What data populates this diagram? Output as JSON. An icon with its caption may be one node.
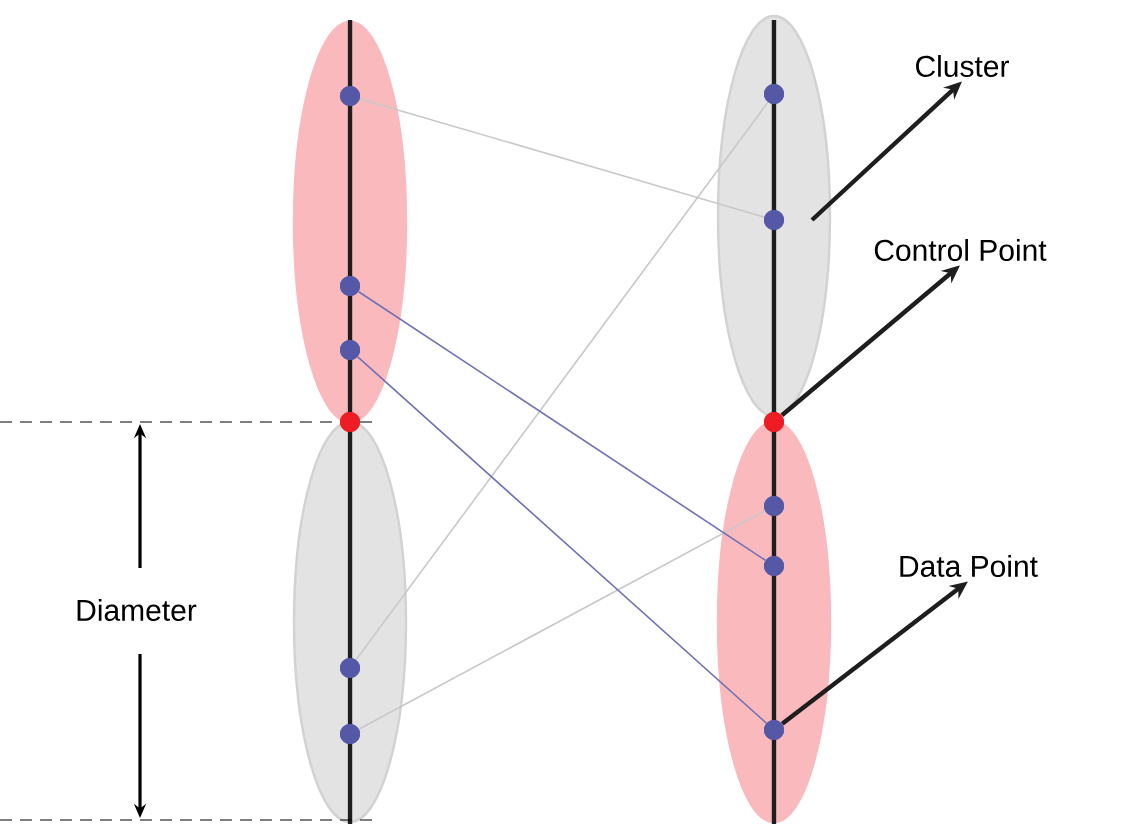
{
  "diagram": {
    "nodes": [
      {
        "text": [],
        "shape": "ellipse"
      },
      {
        "text": [],
        "shape": "ellipse"
      },
      {
        "text": [],
        "shape": "ellipse"
      },
      {
        "text": [],
        "shape": "ellipse"
      },
      {
        "text": [],
        "shape": "circle",
        "in": 0
      },
      {
        "text": [],
        "shape": "circle",
        "in": 0
      },
      {
        "text": [],
        "shape": "circle",
        "in": 0
      },
      {
        "text": [],
        "shape": "circle"
      },
      {
        "text": [],
        "shape": "circle",
        "in": 1
      },
      {
        "text": [],
        "shape": "circle",
        "in": 1
      },
      {
        "text": [],
        "shape": "circle",
        "in": 2
      },
      {
        "text": [],
        "shape": "circle",
        "in": 2
      },
      {
        "text": [],
        "shape": "circle"
      },
      {
        "text": [],
        "shape": "circle",
        "in": 3
      },
      {
        "text": [],
        "shape": "circle",
        "in": 3
      },
      {
        "text": [],
        "shape": "circle",
        "in": 3
      },
      {
        "text": [
          "Cluster"
        ]
      },
      {
        "text": [
          "Control Point"
        ]
      },
      {
        "text": [
          "Data Point"
        ]
      }
    ],
    "edges": [
      {
        "from": 4,
        "to": 11,
        "arrow": "none",
        "color": "#c8c8c8"
      },
      {
        "from": 8,
        "to": 10,
        "arrow": "none",
        "color": "#c8c8c8"
      },
      {
        "from": 9,
        "to": 13,
        "arrow": "none",
        "color": "#c8c8c8"
      },
      {
        "from": 5,
        "to": 14,
        "arrow": "none",
        "color": "#6f70b5"
      },
      {
        "from": 6,
        "to": 15,
        "arrow": "none",
        "color": "#6f70b5"
      },
      {
        "from": 2,
        "to": 16,
        "arrow": "to",
        "color": "#1e1e1e"
      },
      {
        "from": 12,
        "to": 17,
        "arrow": "to",
        "color": "#1e1e1e"
      },
      {
        "from": 15,
        "to": 18,
        "arrow": "to",
        "color": "#1e1e1e"
      }
    ],
    "labels": [
      "Diameter"
    ]
  }
}
